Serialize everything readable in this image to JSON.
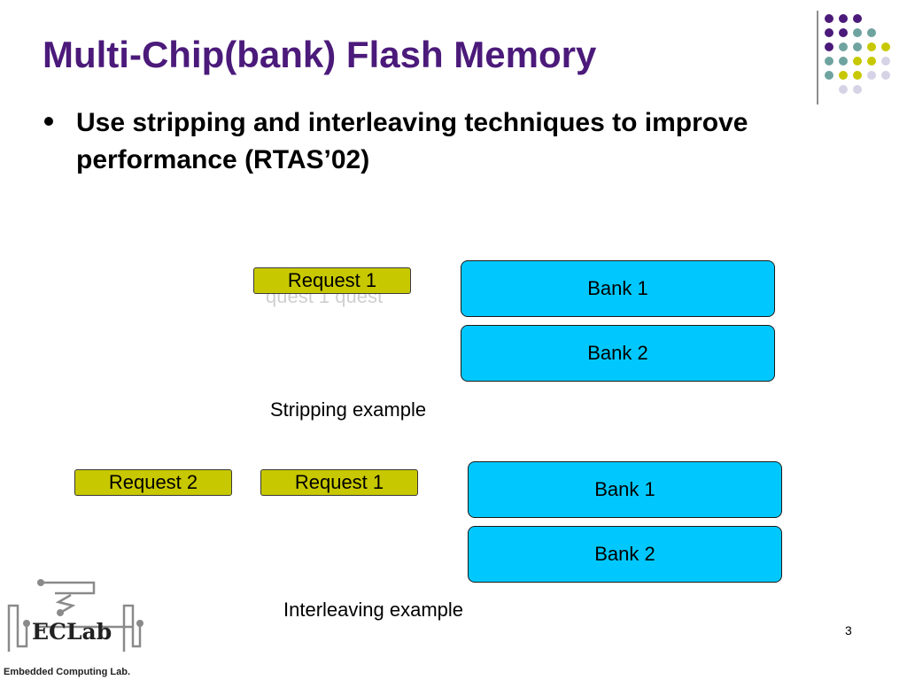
{
  "slide": {
    "title": "Multi-Chip(bank) Flash Memory",
    "bullet": "Use stripping and interleaving techniques to improve performance (RTAS’02)",
    "page_number": "3"
  },
  "stripping": {
    "request_label": "Request 1",
    "faint_text": "quest 1 quest",
    "banks": [
      "Bank 1",
      "Bank 2"
    ],
    "caption": "Stripping example"
  },
  "interleaving": {
    "requests": [
      "Request 2",
      "Request 1"
    ],
    "banks": [
      "Bank 1",
      "Bank 2"
    ],
    "caption": "Interleaving example"
  },
  "logo": {
    "name": "ECLab",
    "subtitle": "Embedded Computing Lab."
  },
  "colors": {
    "title": "#4b1a7a",
    "request_fill": "#c8c800",
    "bank_fill": "#00c8ff",
    "dot_purple": "#4b1a7a",
    "dot_teal": "#6fa3a0",
    "dot_yellow": "#c8c800",
    "dot_lavender": "#d6d3e6"
  }
}
